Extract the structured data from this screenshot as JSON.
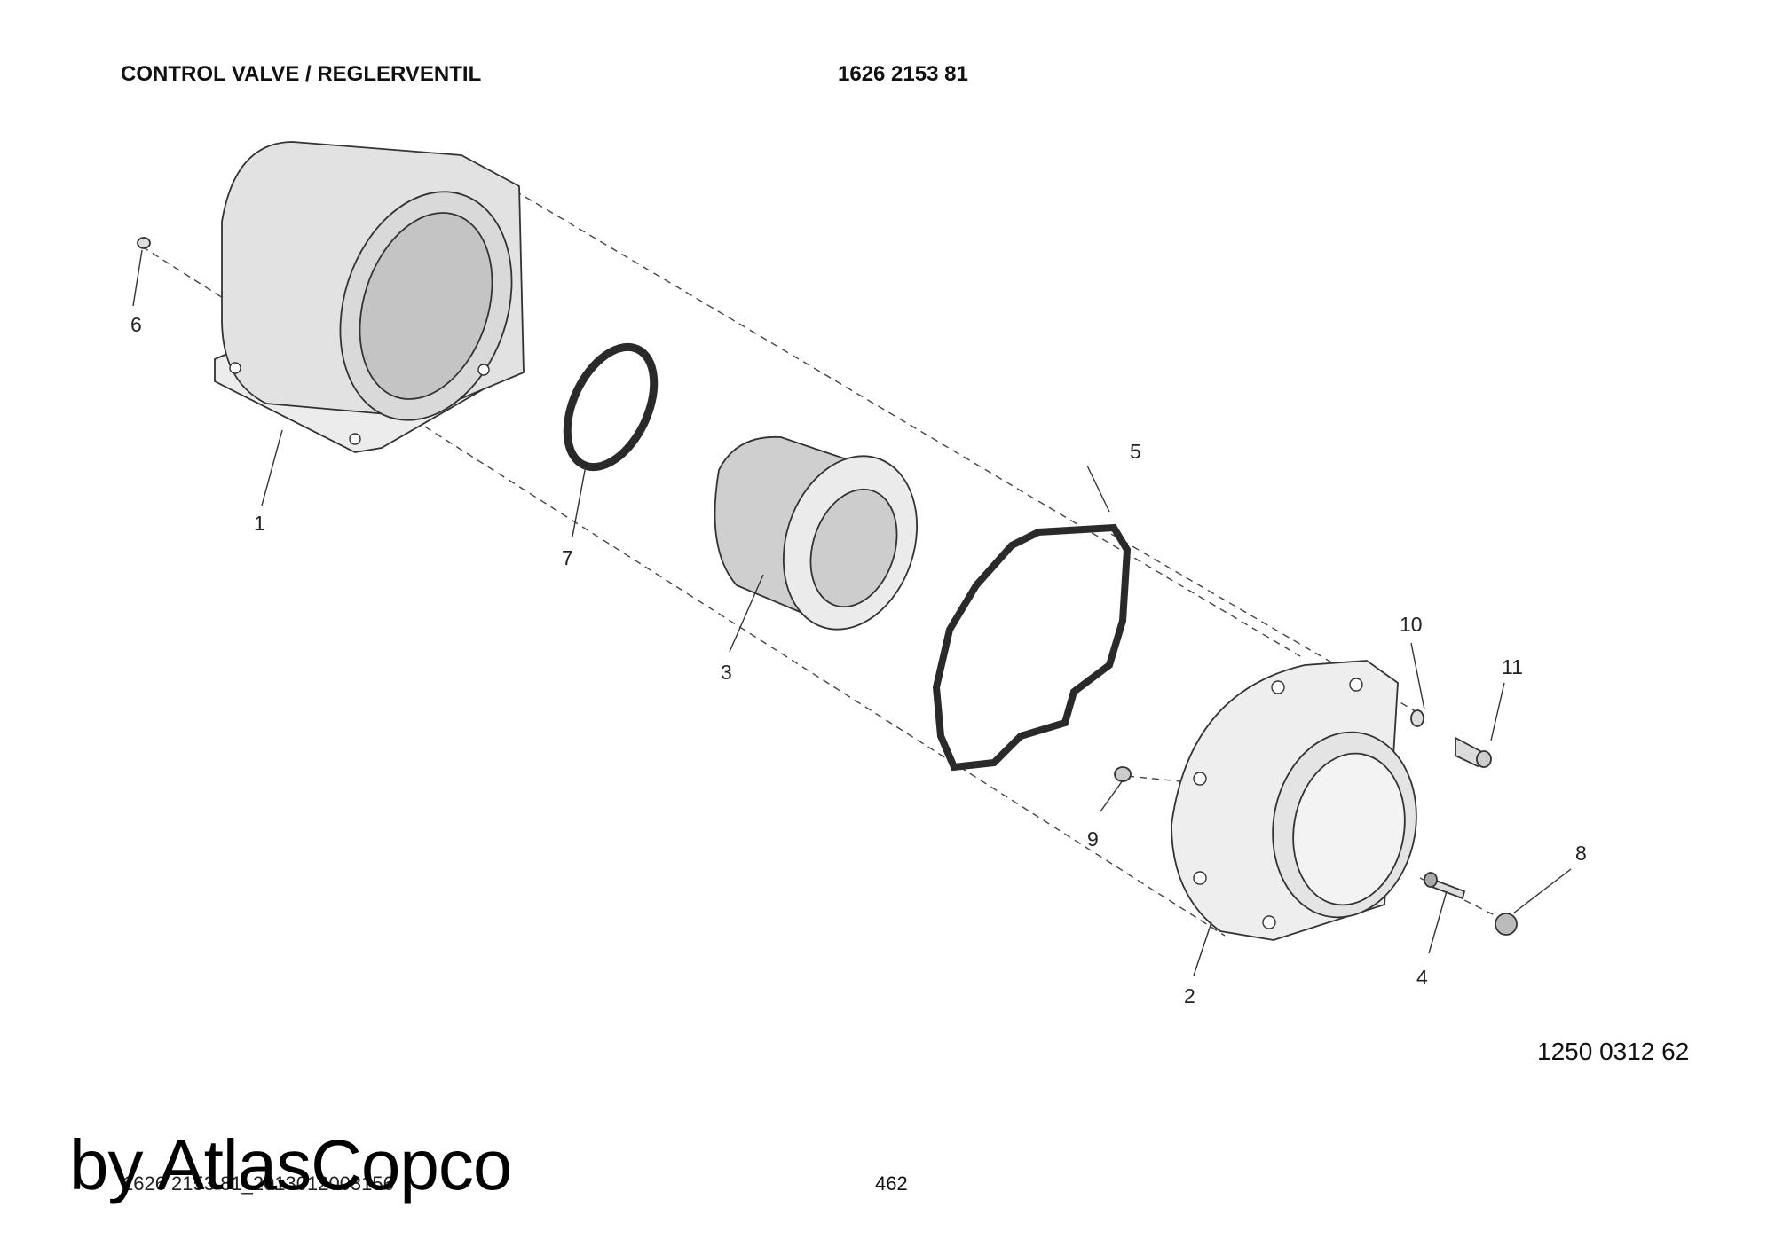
{
  "header": {
    "title": "CONTROL VALVE / REGLERVENTIL",
    "part_number": "1626 2153 81"
  },
  "reference_number": "1250 0312 62",
  "watermark": "by AtlasCopco",
  "footer": {
    "doc_id": "1626 2153 81_2013012003156",
    "page": "462"
  },
  "callouts": {
    "c1": "1",
    "c2": "2",
    "c3": "3",
    "c4": "4",
    "c5": "5",
    "c6": "6",
    "c7": "7",
    "c8": "8",
    "c9": "9",
    "c10": "10",
    "c11": "11"
  }
}
